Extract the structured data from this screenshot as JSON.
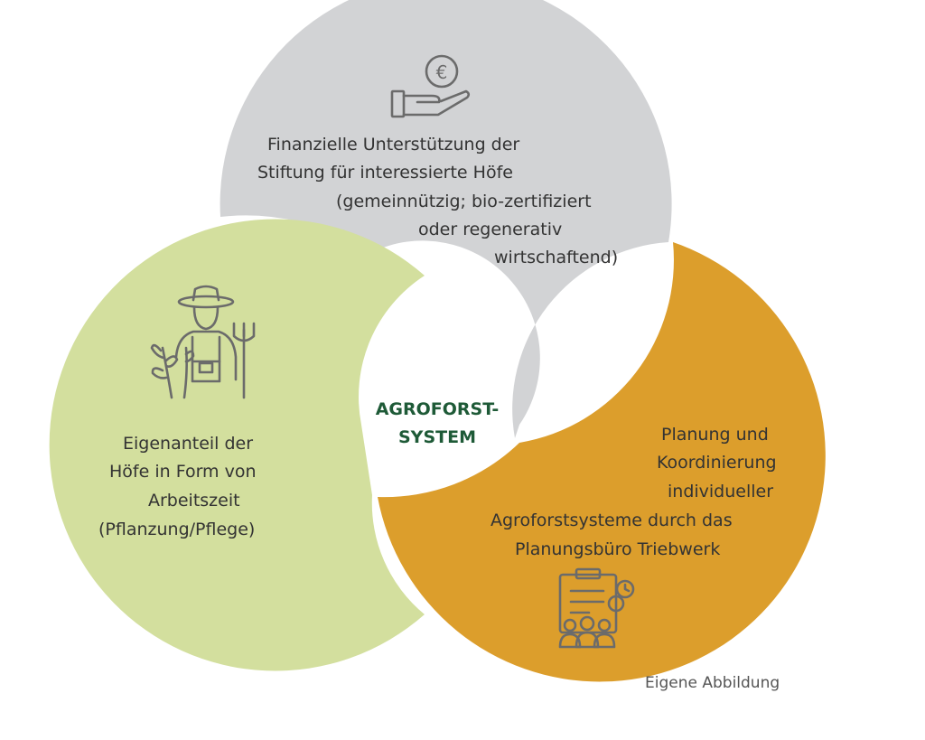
{
  "center": {
    "line1": "AGROFORST-",
    "line2": "SYSTEM",
    "color": "#1e5a37"
  },
  "segments": [
    {
      "id": "financial",
      "color": "#d2d3d5",
      "icon": "euro-coin-hand-icon",
      "lines": [
        "Finanzielle Unterstützung der",
        "Stiftung für interessierte Höfe",
        "(gemeinnützig; bio-zertifiziert",
        "oder regenerativ",
        "wirtschaftend)"
      ]
    },
    {
      "id": "farm-share",
      "color": "#d3df9e",
      "icon": "farmer-with-pitchfork-icon",
      "lines": [
        "Eigenanteil der",
        "Höfe in Form von",
        "Arbeitszeit",
        "(Pflanzung/Pflege)"
      ]
    },
    {
      "id": "planning",
      "color": "#dc9e2c",
      "icon": "clipboard-team-icon",
      "lines": [
        "Planung und",
        "Koordinierung",
        "individueller",
        "Agroforstsysteme durch das",
        "Planungsbüro Triebwerk"
      ]
    }
  ],
  "icon_color": "#6b6b6b",
  "caption": "Eigene Abbildung"
}
